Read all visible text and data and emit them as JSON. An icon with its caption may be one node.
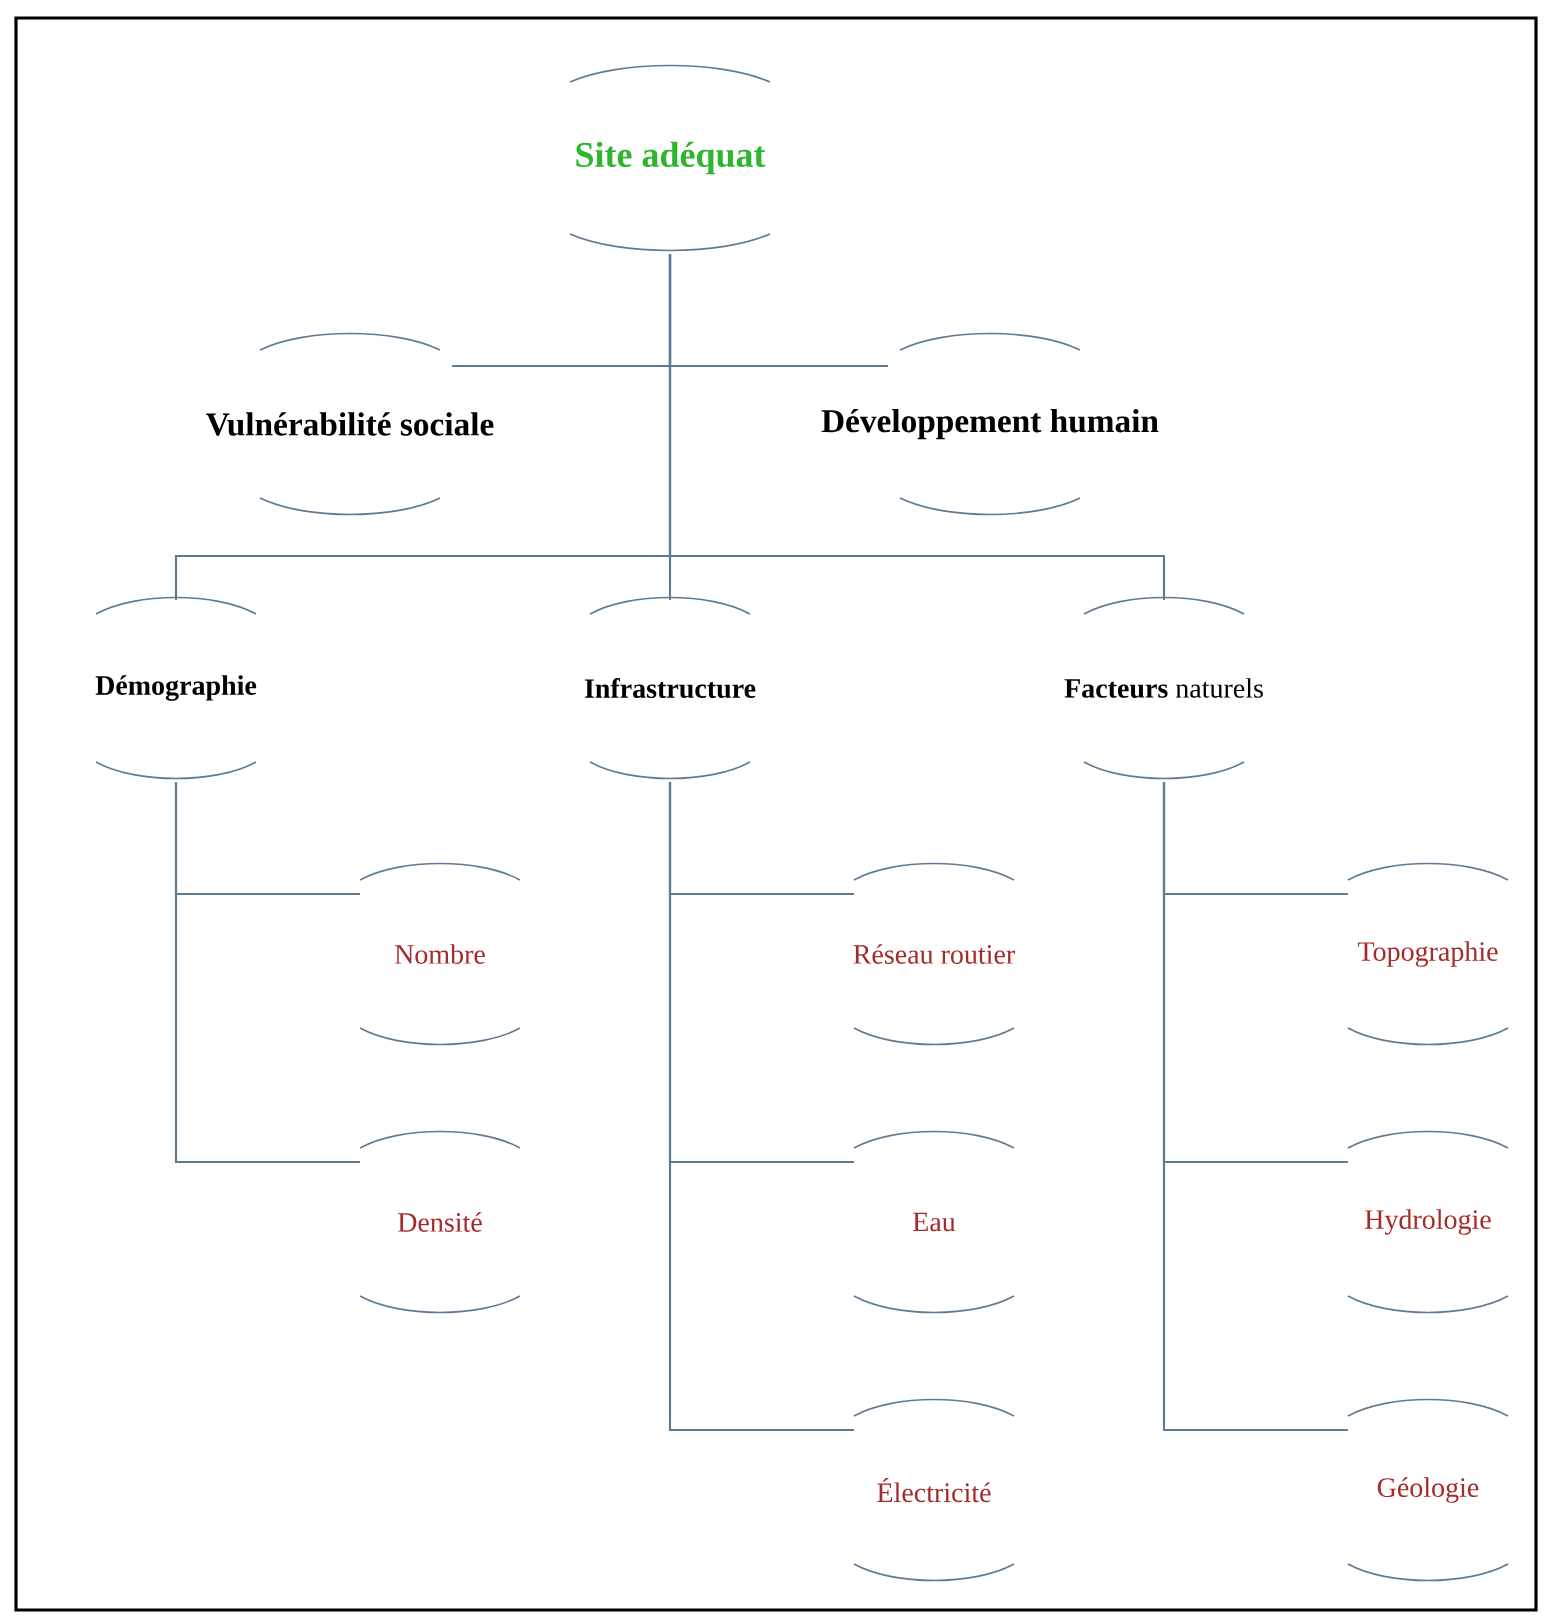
{
  "diagram": {
    "nodes": [
      {
        "text": [
          "Site adéquat"
        ]
      },
      {
        "text": [
          "Vulnérabilité sociale"
        ]
      },
      {
        "text": [
          "Développement humain"
        ]
      },
      {
        "text": [
          "Démographie"
        ]
      },
      {
        "text": [
          "Infrastructure"
        ]
      },
      {
        "text": [
          "**Facteurs** naturels"
        ]
      },
      {
        "text": [
          "Nombre"
        ]
      },
      {
        "text": [
          "Densité"
        ]
      },
      {
        "text": [
          "Réseau routier"
        ]
      },
      {
        "text": [
          "Eau"
        ]
      },
      {
        "text": [
          "Électricité"
        ]
      },
      {
        "text": [
          "Topographie"
        ]
      },
      {
        "text": [
          "Hydrologie"
        ]
      },
      {
        "text": [
          "Géologie"
        ]
      }
    ],
    "edges": [
      {
        "from": 0,
        "to": 1,
        "arrow": "none"
      },
      {
        "from": 0,
        "to": 2,
        "arrow": "none"
      },
      {
        "from": 0,
        "to": 3,
        "arrow": "none"
      },
      {
        "from": 0,
        "to": 4,
        "arrow": "none"
      },
      {
        "from": 0,
        "to": 5,
        "arrow": "none"
      },
      {
        "from": 3,
        "to": 6,
        "arrow": "none"
      },
      {
        "from": 3,
        "to": 7,
        "arrow": "none"
      },
      {
        "from": 4,
        "to": 8,
        "arrow": "none"
      },
      {
        "from": 4,
        "to": 9,
        "arrow": "none"
      },
      {
        "from": 4,
        "to": 10,
        "arrow": "none"
      },
      {
        "from": 5,
        "to": 11,
        "arrow": "none"
      },
      {
        "from": 5,
        "to": 12,
        "arrow": "none"
      },
      {
        "from": 5,
        "to": 13,
        "arrow": "none"
      }
    ]
  }
}
